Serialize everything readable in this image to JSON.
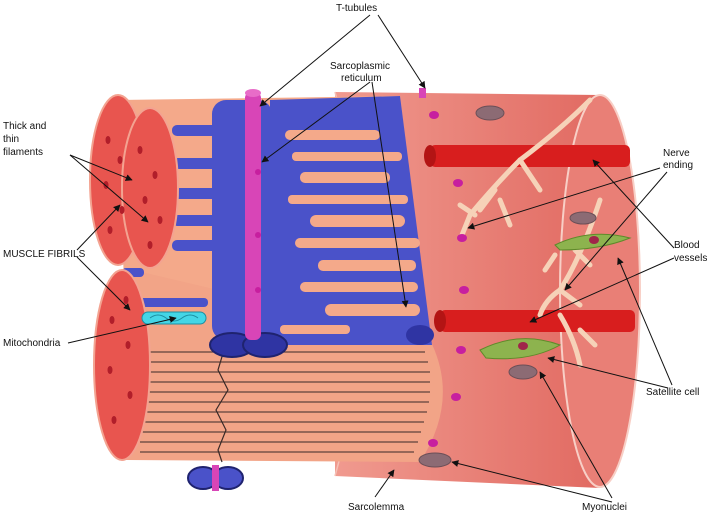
{
  "labels": {
    "t_tubules": "T-tubules",
    "sarcoplasmic_1": "Sarcoplasmic",
    "sarcoplasmic_2": "reticulum",
    "thick_1": "Thick and",
    "thick_2": "thin",
    "thick_3": "filaments",
    "muscle_fibrils": "MUSCLE FIBRILS",
    "mitochondria": "Mitochondria",
    "nerve_1": "Nerve",
    "nerve_2": "ending",
    "blood_1": "Blood",
    "blood_2": "vessels",
    "satellite_cell": "Satellite cell",
    "sarcolemma": "Sarcolemma",
    "myonuclei": "Myonuclei"
  },
  "colors": {
    "sarcolemma": "#e8776d",
    "fibril_face": "#e8554f",
    "fibril_body": "#f4a98a",
    "reticulum": "#4a52c9",
    "t_tubule": "#d845b7",
    "blood_vessel": "#d81e1e",
    "nerve": "#f6d2b8",
    "satellite": "#8db34e",
    "nucleus": "#8c6b74",
    "mitochondria": "#44d6e6"
  }
}
